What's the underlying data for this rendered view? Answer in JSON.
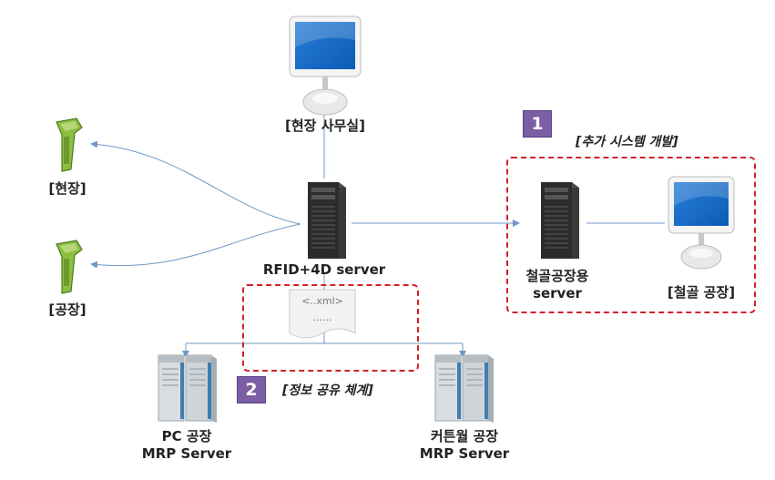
{
  "nodes": {
    "field_office": "[현장 사무실]",
    "site": "[현장]",
    "factory": "[공장]",
    "rfid_server": "RFID+4D server",
    "steel_server_l1": "철골공장용",
    "steel_server_l2": "server",
    "steel_factory": "[철골 공장]",
    "pc_mrp_l1": "PC 공장",
    "pc_mrp_l2": "MRP Server",
    "cw_mrp_l1": "커튼월 공장",
    "cw_mrp_l2": "MRP Server"
  },
  "document": {
    "line1": "<..xml>",
    "line2": "......"
  },
  "groups": {
    "g1": {
      "number": "1",
      "caption": "[추가 시스템 개발]"
    },
    "g2": {
      "number": "2",
      "caption": "[정보 공유 체계]"
    }
  },
  "colors": {
    "line": "#6f98c6",
    "dash": "#d4202a",
    "badge": "#7b5ea3"
  }
}
